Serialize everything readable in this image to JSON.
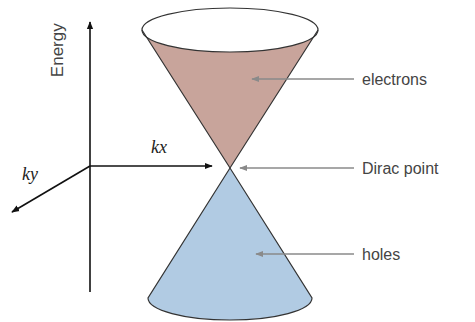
{
  "diagram": {
    "labels": [
      "Energy",
      "kx",
      "ky",
      "electrons",
      "Dirac point",
      "holes"
    ]
  }
}
